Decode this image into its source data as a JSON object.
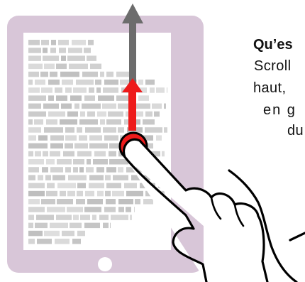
{
  "caption": {
    "title": "Qu’es",
    "lines": [
      "Scroll",
      "haut,",
      "en g",
      "du"
    ]
  },
  "colors": {
    "tablet_frame": "#d8c6d8",
    "page": "#ffffff",
    "text_blur": "#b5b5b5",
    "arrow_gray": "#6c6c6c",
    "arrow_red": "#ee1b1b",
    "hand_outline": "#000000"
  },
  "icons": {
    "home_button": "home-button-icon",
    "scroll_arrow": "arrow-up-icon",
    "hand": "pointing-hand-icon"
  }
}
